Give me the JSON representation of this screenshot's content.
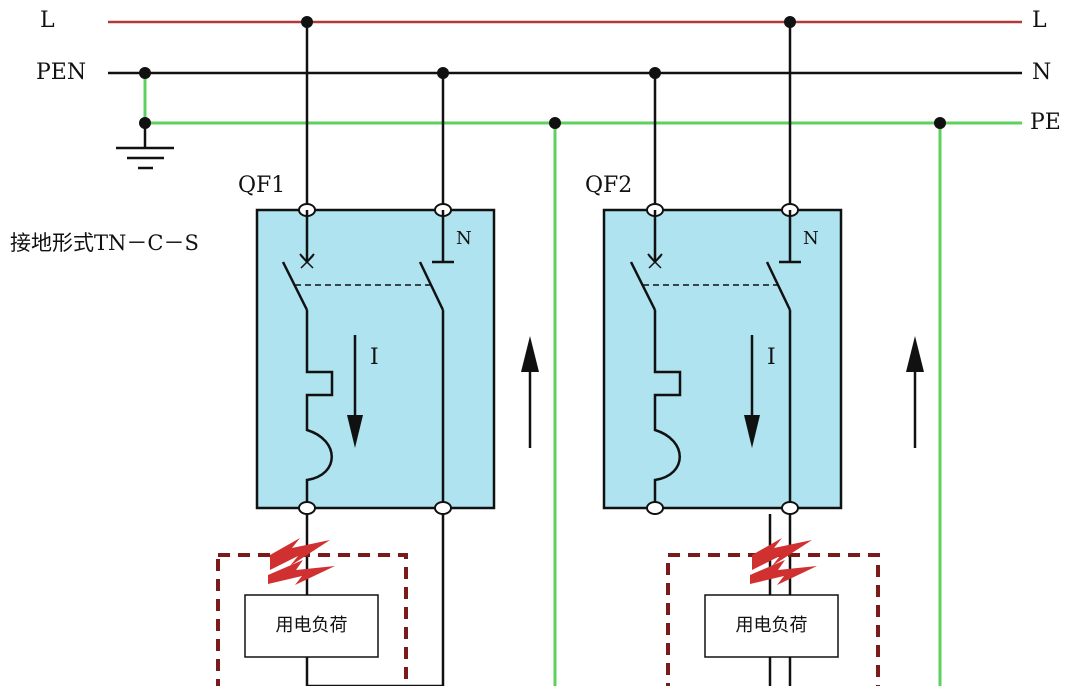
{
  "lines": {
    "L_left": "L",
    "L_right": "L",
    "PEN": "PEN",
    "N": "N",
    "PE": "PE"
  },
  "grounding_label": "接地形式TN－C－S",
  "breakers": [
    {
      "name": "QF1",
      "neutral_mark": "N",
      "current_label": "I",
      "load_label": "用电负荷"
    },
    {
      "name": "QF2",
      "neutral_mark": "N",
      "current_label": "I",
      "load_label": "用电负荷"
    }
  ],
  "colors": {
    "L": "#b03a3a",
    "PEN": "#111111",
    "N": "#111111",
    "PE": "#5cd15c",
    "breaker_fill": "#aee3ef",
    "breaker_stroke": "#111111",
    "fault_box": "#7a1a1a",
    "fault_arrow": "#d03030"
  }
}
